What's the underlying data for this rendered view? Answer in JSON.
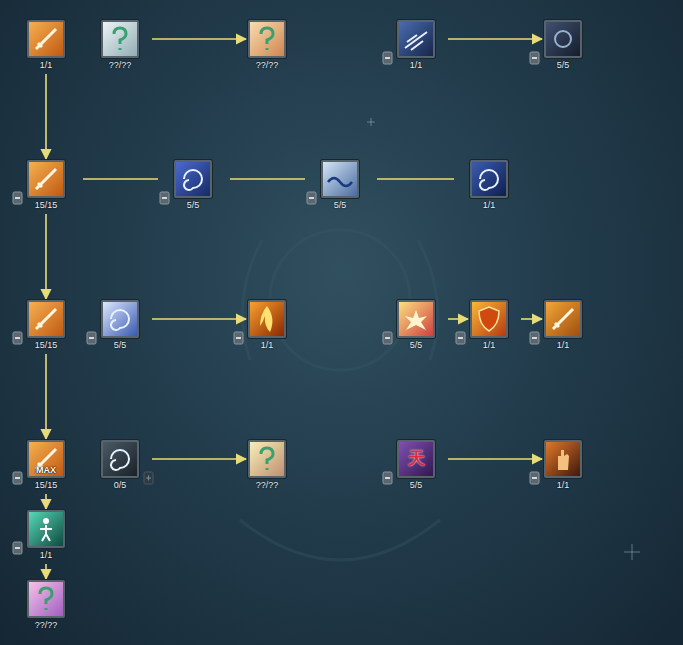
{
  "diagram": {
    "nodes": [
      {
        "text": [
          "1/1"
        ]
      },
      {
        "text": [
          "??/??"
        ]
      },
      {
        "text": [
          "??/??"
        ]
      },
      {
        "text": [
          "1/1"
        ]
      },
      {
        "text": [
          "5/5"
        ]
      },
      {
        "text": [
          "15/15"
        ]
      },
      {
        "text": [
          "5/5"
        ]
      },
      {
        "text": [
          "5/5"
        ]
      },
      {
        "text": [
          "1/1"
        ]
      },
      {
        "text": [
          "15/15"
        ]
      },
      {
        "text": [
          "5/5"
        ]
      },
      {
        "text": [
          "1/1"
        ]
      },
      {
        "text": [
          "5/5"
        ]
      },
      {
        "text": [
          "1/1"
        ]
      },
      {
        "text": [
          "1/1"
        ]
      },
      {
        "text": [
          "MAX",
          "15/15"
        ]
      },
      {
        "text": [
          "0/5"
        ]
      },
      {
        "text": [
          "??/??"
        ]
      },
      {
        "text": [
          "天",
          "5/5"
        ]
      },
      {
        "text": [
          "1/1"
        ]
      },
      {
        "text": [
          "1/1"
        ]
      },
      {
        "text": [
          "??/??"
        ]
      }
    ],
    "edges": [
      {
        "from": 0,
        "to": 5,
        "arrow": "to"
      },
      {
        "from": 5,
        "to": 9,
        "arrow": "to"
      },
      {
        "from": 9,
        "to": 15,
        "arrow": "to"
      },
      {
        "from": 15,
        "to": 20,
        "arrow": "to"
      },
      {
        "from": 20,
        "to": 21,
        "arrow": "to"
      },
      {
        "from": 1,
        "to": 2,
        "arrow": "to"
      },
      {
        "from": 3,
        "to": 4,
        "arrow": "to"
      },
      {
        "from": 5,
        "to": 6,
        "arrow": "none"
      },
      {
        "from": 6,
        "to": 7,
        "arrow": "none"
      },
      {
        "from": 7,
        "to": 8,
        "arrow": "none"
      },
      {
        "from": 10,
        "to": 11,
        "arrow": "to"
      },
      {
        "from": 12,
        "to": 13,
        "arrow": "to"
      },
      {
        "from": 13,
        "to": 14,
        "arrow": "to"
      },
      {
        "from": 16,
        "to": 17,
        "arrow": "to"
      },
      {
        "from": 18,
        "to": 19,
        "arrow": "to"
      }
    ]
  }
}
